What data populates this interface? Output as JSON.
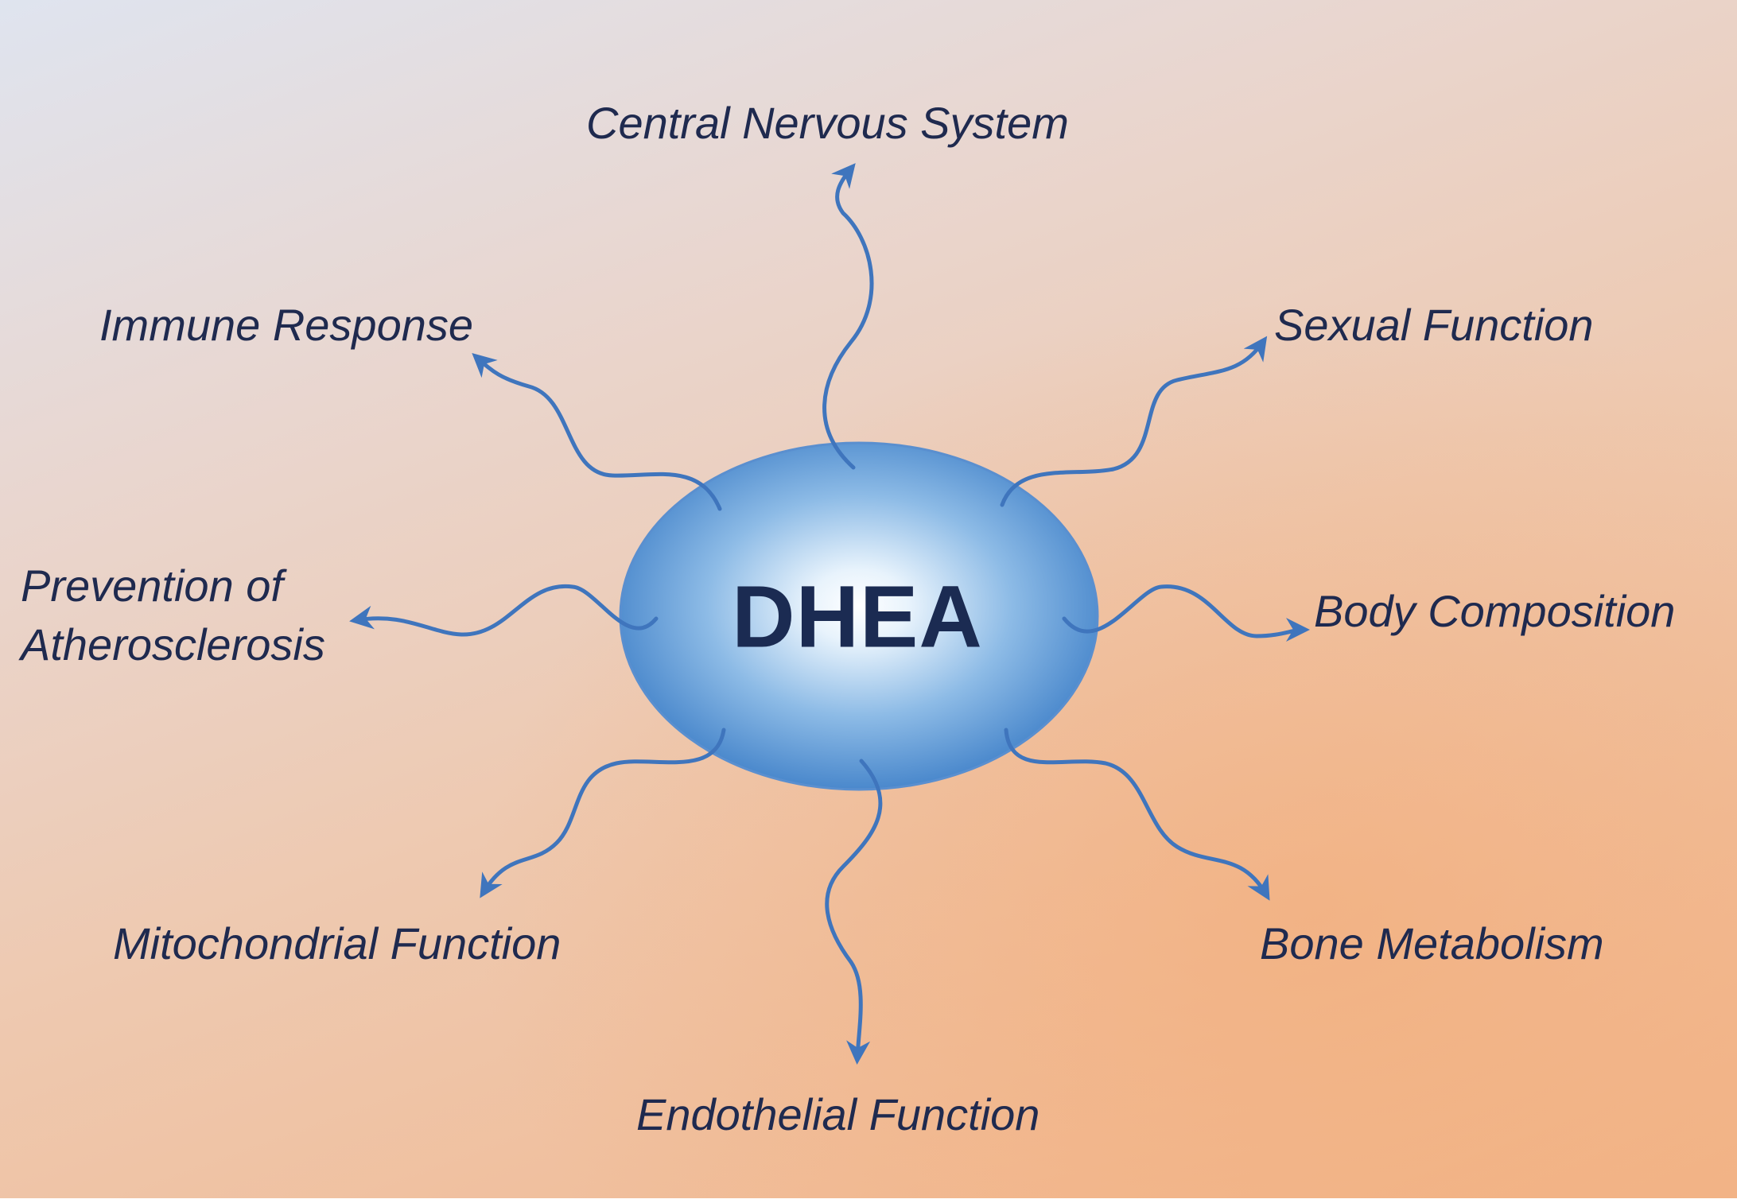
{
  "hub": {
    "label": "DHEA"
  },
  "functions": {
    "central_nervous_system": "Central Nervous System",
    "immune_response": "Immune Response",
    "sexual_function": "Sexual Function",
    "prevention_line1": "Prevention of",
    "prevention_line2": "Atherosclerosis",
    "body_composition": "Body Composition",
    "mitochondrial_function": "Mitochondrial Function",
    "bone_metabolism": "Bone Metabolism",
    "endothelial_function": "Endothelial Function"
  },
  "colors": {
    "arrow": "#3f75bd",
    "text": "#1f2a4f",
    "hub_center": "#ffffff",
    "hub_edge": "#3d7ec8"
  }
}
